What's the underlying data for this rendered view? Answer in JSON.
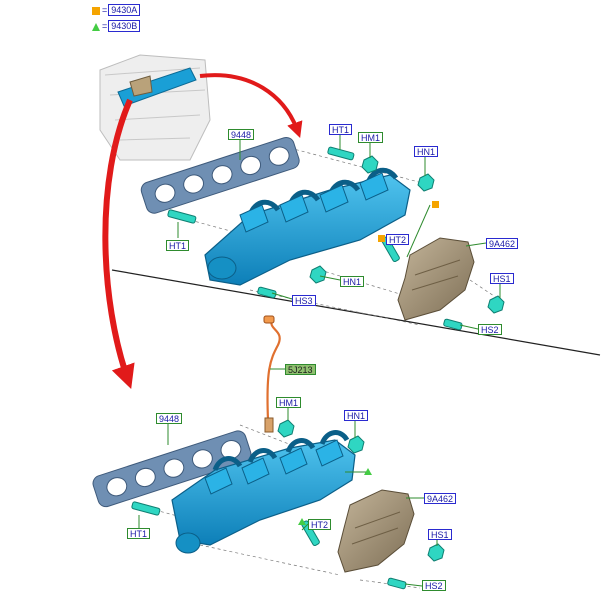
{
  "legend": [
    {
      "marker": "square",
      "color": "#f5a400",
      "equals": "=",
      "code": "9430A"
    },
    {
      "marker": "triangle",
      "color": "#44cc44",
      "equals": "=",
      "code": "9430B"
    }
  ],
  "callouts": {
    "upper_gasket": "9448",
    "upper_ht1_stud": "HT1",
    "upper_hm1": "HM1",
    "upper_hn1_top": "HN1",
    "upper_ht2": "HT2",
    "upper_heat_shield": "9A462",
    "upper_hs1": "HS1",
    "upper_ht1_left": "HT1",
    "upper_hn1_bottom": "HN1",
    "upper_hs3": "HS3",
    "upper_hs2": "HS2",
    "sensor": "5J213",
    "lower_gasket": "9448",
    "lower_hm1": "HM1",
    "lower_hn1": "HN1",
    "lower_heat_shield": "9A462",
    "lower_ht1": "HT1",
    "lower_ht2": "HT2",
    "lower_hs1": "HS1",
    "lower_hs2": "HS2"
  },
  "colors": {
    "manifold": "#1a9fd6",
    "gasket": "#6f8fb3",
    "heat_shield": "#9a8a70",
    "arrow": "#e11a1a",
    "leader": "#2e8b2e",
    "label_border_blue": "#2a2ad0",
    "label_border_green": "#2e8b2e",
    "sensor_label_fill": "#8fbf6f"
  }
}
